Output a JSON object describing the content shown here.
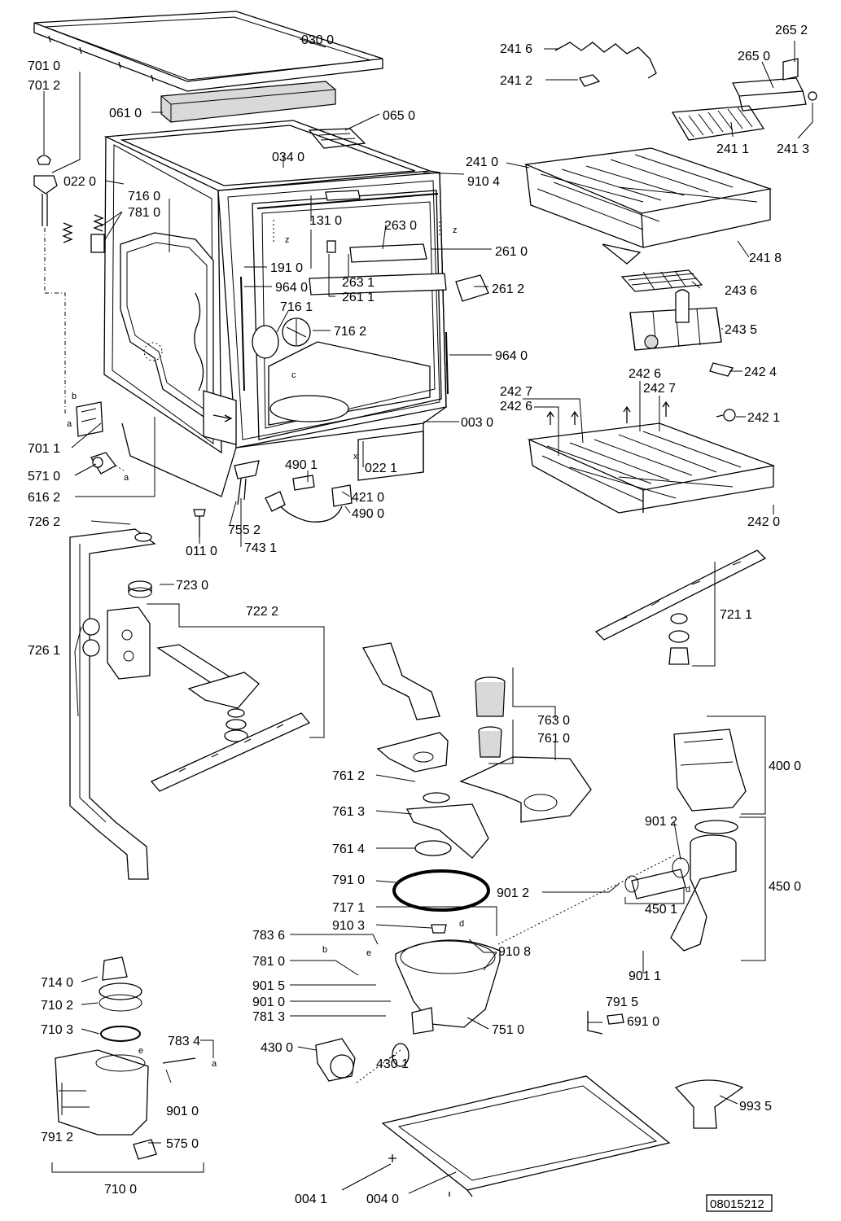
{
  "diagram_id": "08015212",
  "parts": [
    {
      "id": "0300",
      "label": "030 0"
    },
    {
      "id": "7010",
      "label": "701 0"
    },
    {
      "id": "7012",
      "label": "701 2"
    },
    {
      "id": "0610",
      "label": "061 0"
    },
    {
      "id": "0650",
      "label": "065 0"
    },
    {
      "id": "0340",
      "label": "034 0"
    },
    {
      "id": "0220",
      "label": "022 0"
    },
    {
      "id": "7160",
      "label": "716 0"
    },
    {
      "id": "7810a",
      "label": "781 0"
    },
    {
      "id": "1310",
      "label": "131 0"
    },
    {
      "id": "2630",
      "label": "263 0"
    },
    {
      "id": "2610",
      "label": "261 0"
    },
    {
      "id": "1910",
      "label": "191 0"
    },
    {
      "id": "9640a",
      "label": "964 0"
    },
    {
      "id": "2631",
      "label": "263 1"
    },
    {
      "id": "2611",
      "label": "261 1"
    },
    {
      "id": "2612",
      "label": "261 2"
    },
    {
      "id": "7161",
      "label": "716 1"
    },
    {
      "id": "7162",
      "label": "716 2"
    },
    {
      "id": "9640b",
      "label": "964 0"
    },
    {
      "id": "0030",
      "label": "003 0"
    },
    {
      "id": "7011",
      "label": "701 1"
    },
    {
      "id": "5710",
      "label": "571 0"
    },
    {
      "id": "6162",
      "label": "616 2"
    },
    {
      "id": "4901",
      "label": "490 1"
    },
    {
      "id": "0221",
      "label": "022 1"
    },
    {
      "id": "4210",
      "label": "421 0"
    },
    {
      "id": "4900",
      "label": "490 0"
    },
    {
      "id": "7262",
      "label": "726 2"
    },
    {
      "id": "0110",
      "label": "011 0"
    },
    {
      "id": "7552",
      "label": "755 2"
    },
    {
      "id": "7431",
      "label": "743 1"
    },
    {
      "id": "2416",
      "label": "241 6"
    },
    {
      "id": "2412",
      "label": "241 2"
    },
    {
      "id": "2652",
      "label": "265 2"
    },
    {
      "id": "2650",
      "label": "265 0"
    },
    {
      "id": "2411",
      "label": "241 1"
    },
    {
      "id": "2413",
      "label": "241 3"
    },
    {
      "id": "2410",
      "label": "241 0"
    },
    {
      "id": "9104",
      "label": "910 4"
    },
    {
      "id": "2418",
      "label": "241 8"
    },
    {
      "id": "2436",
      "label": "243 6"
    },
    {
      "id": "2435",
      "label": "243 5"
    },
    {
      "id": "2424",
      "label": "242 4"
    },
    {
      "id": "2427a",
      "label": "242 7"
    },
    {
      "id": "2426a",
      "label": "242 6"
    },
    {
      "id": "2427b",
      "label": "242 7"
    },
    {
      "id": "2426b",
      "label": "242 6"
    },
    {
      "id": "2421",
      "label": "242 1"
    },
    {
      "id": "2420",
      "label": "242 0"
    },
    {
      "id": "7230",
      "label": "723 0"
    },
    {
      "id": "7222",
      "label": "722 2"
    },
    {
      "id": "7261",
      "label": "726 1"
    },
    {
      "id": "7211",
      "label": "721 1"
    },
    {
      "id": "7630",
      "label": "763 0"
    },
    {
      "id": "7610",
      "label": "761 0"
    },
    {
      "id": "7612",
      "label": "761 2"
    },
    {
      "id": "4000",
      "label": "400 0"
    },
    {
      "id": "7613",
      "label": "761 3"
    },
    {
      "id": "9012a",
      "label": "901 2"
    },
    {
      "id": "4500",
      "label": "450 0"
    },
    {
      "id": "7614",
      "label": "761 4"
    },
    {
      "id": "7910",
      "label": "791 0"
    },
    {
      "id": "9012b",
      "label": "901 2"
    },
    {
      "id": "4501",
      "label": "450 1"
    },
    {
      "id": "7171",
      "label": "717 1"
    },
    {
      "id": "9103",
      "label": "910 3"
    },
    {
      "id": "7836",
      "label": "783 6"
    },
    {
      "id": "9108",
      "label": "910 8"
    },
    {
      "id": "7810b",
      "label": "781 0"
    },
    {
      "id": "9015",
      "label": "901 5"
    },
    {
      "id": "9010a",
      "label": "901 0"
    },
    {
      "id": "7813",
      "label": "781 3"
    },
    {
      "id": "9011",
      "label": "901 1"
    },
    {
      "id": "7140",
      "label": "714 0"
    },
    {
      "id": "7102",
      "label": "710 2"
    },
    {
      "id": "7510",
      "label": "751 0"
    },
    {
      "id": "7915",
      "label": "791 5"
    },
    {
      "id": "7103",
      "label": "710 3"
    },
    {
      "id": "7834",
      "label": "783 4"
    },
    {
      "id": "6910",
      "label": "691 0"
    },
    {
      "id": "4300",
      "label": "430 0"
    },
    {
      "id": "4301",
      "label": "430 1"
    },
    {
      "id": "9010b",
      "label": "901 0"
    },
    {
      "id": "7912",
      "label": "791 2"
    },
    {
      "id": "5750",
      "label": "575 0"
    },
    {
      "id": "9935",
      "label": "993 5"
    },
    {
      "id": "7100",
      "label": "710 0"
    },
    {
      "id": "0041",
      "label": "004 1"
    },
    {
      "id": "0040",
      "label": "004 0"
    }
  ],
  "markers": {
    "z1": "z",
    "z2": "z",
    "x": "x",
    "a1": "a",
    "a2": "a",
    "a3": "a",
    "b1": "b",
    "b2": "b",
    "c": "c",
    "d1": "d",
    "d2": "d",
    "e1": "e",
    "e2": "e"
  }
}
